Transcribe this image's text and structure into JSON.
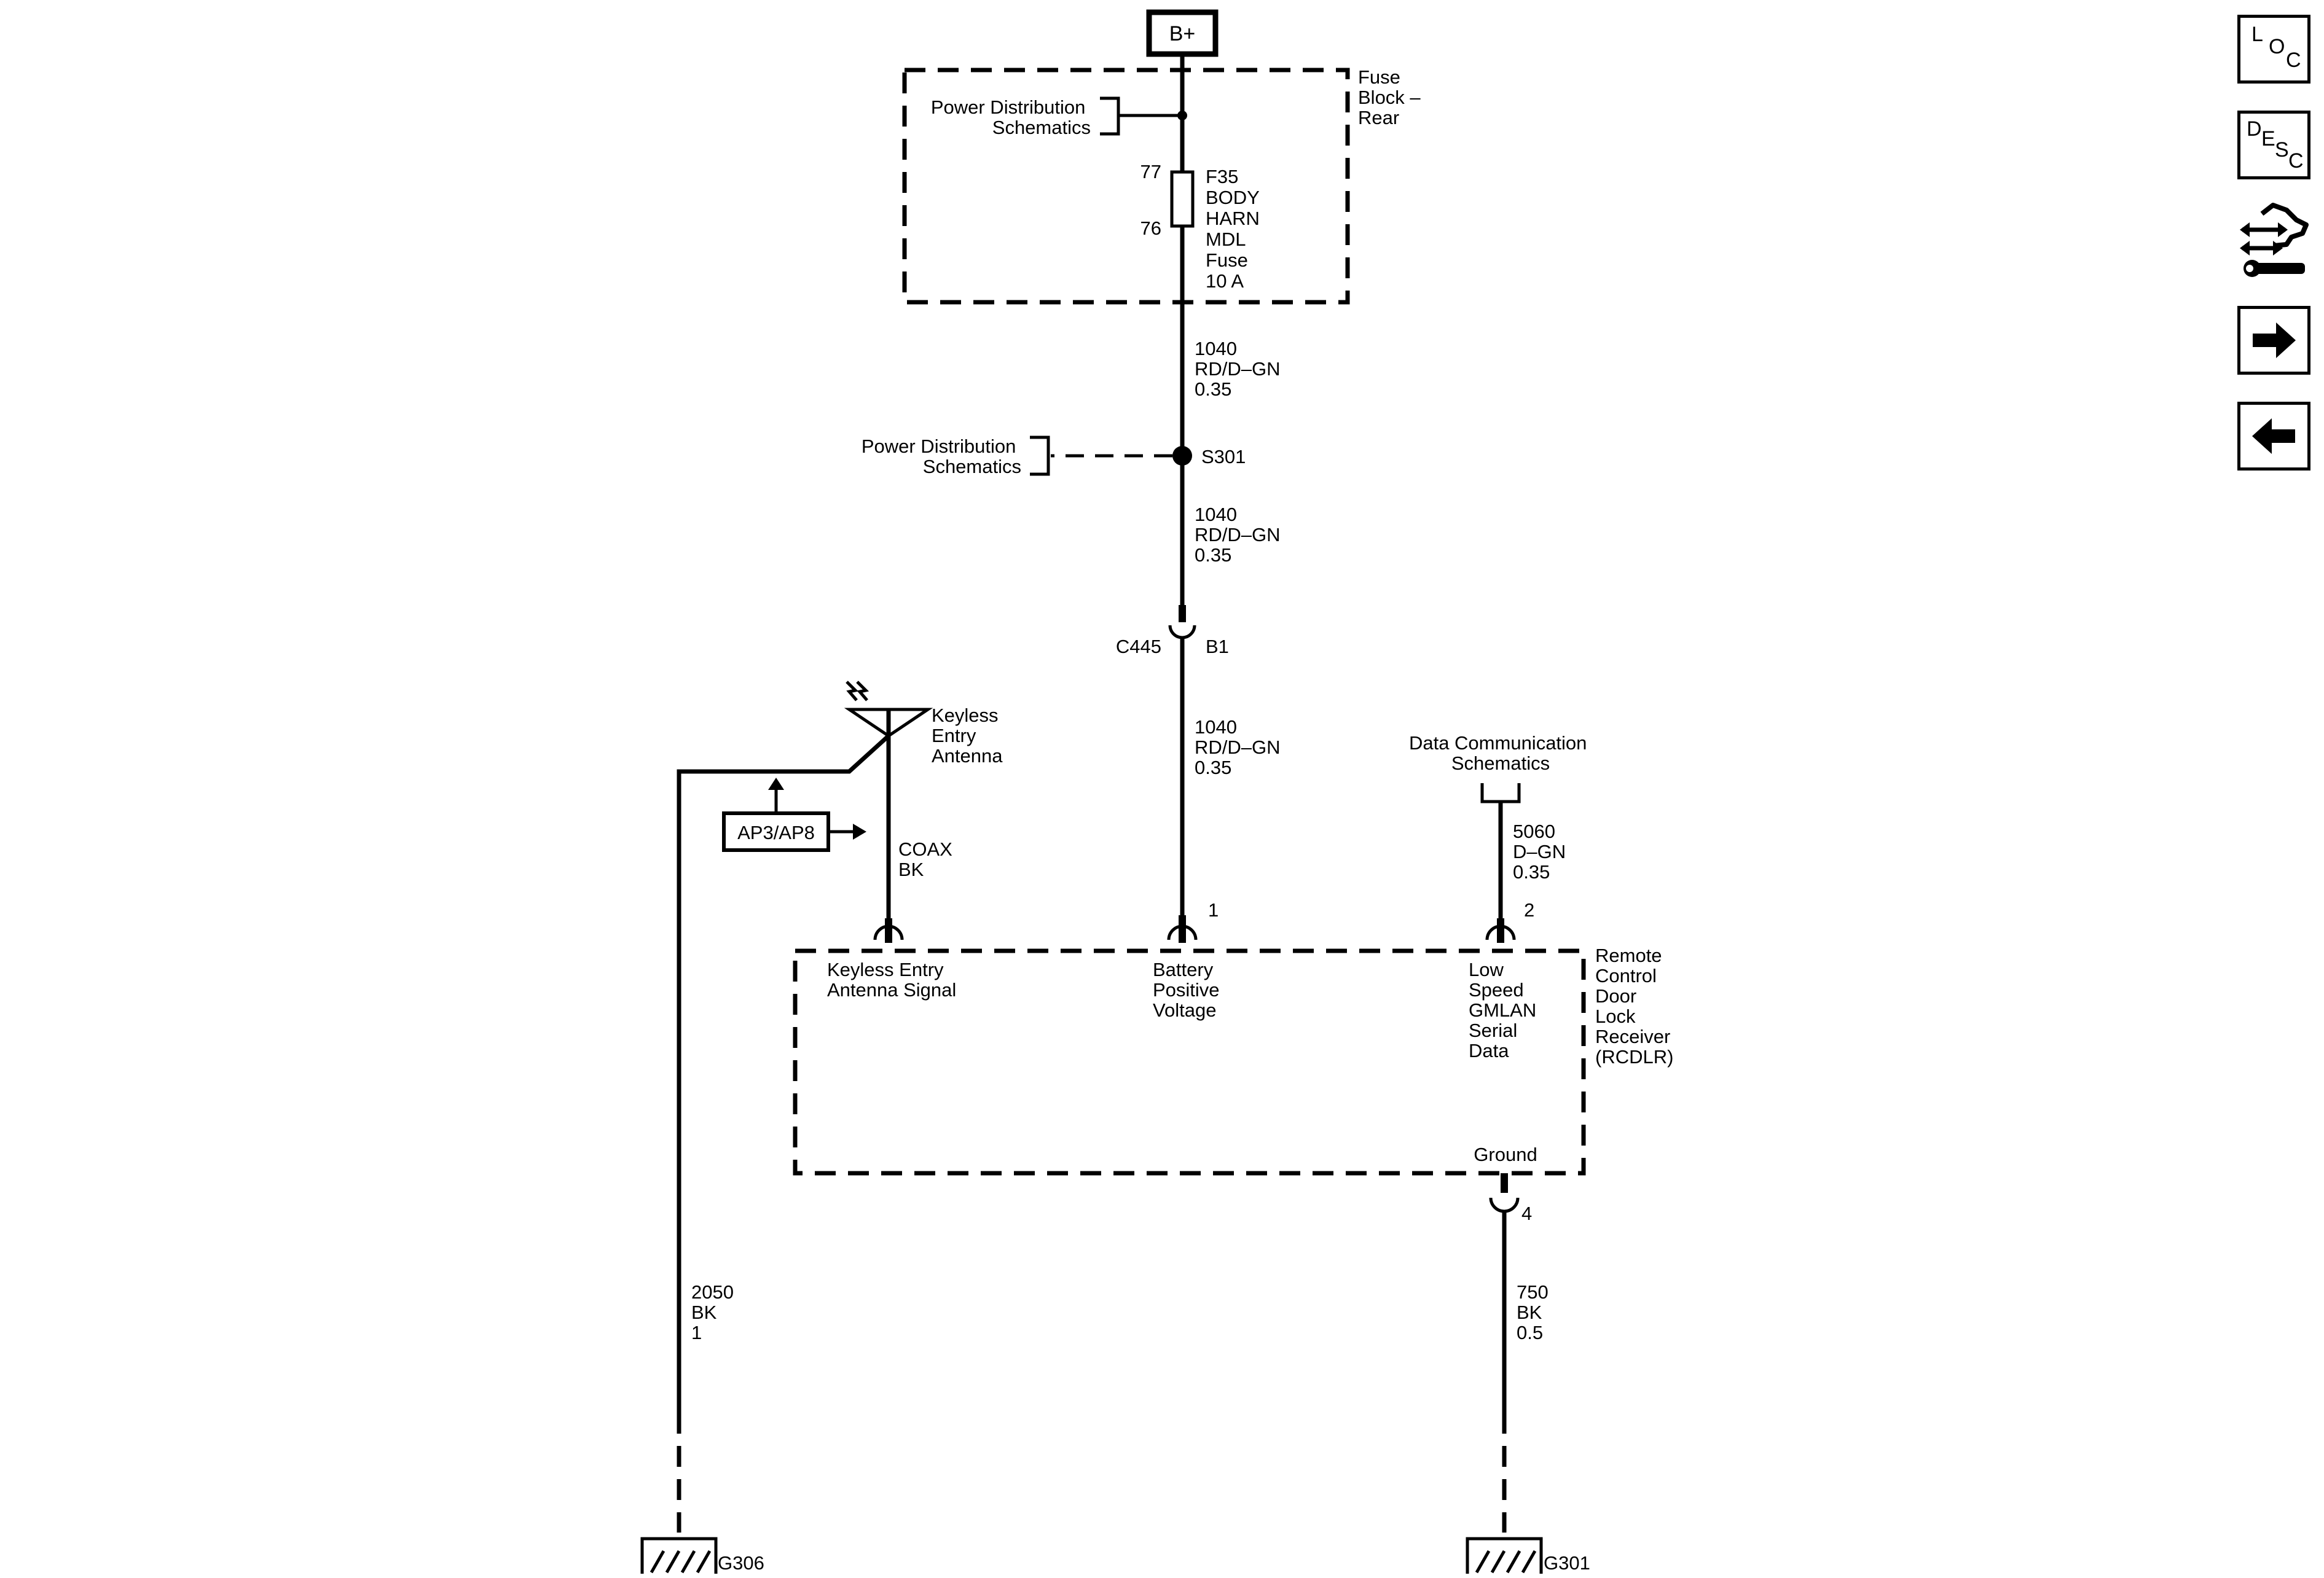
{
  "supply": {
    "label": "B+"
  },
  "fuse_block": {
    "name": [
      "Fuse",
      "Block –",
      "Rear"
    ],
    "pdist_ref": [
      "Power Distribution",
      "Schematics"
    ],
    "pin_in": "77",
    "pin_out": "76",
    "fuse": [
      "F35",
      "BODY",
      "HARN",
      "MDL",
      "Fuse",
      "10 A"
    ]
  },
  "wire_1040_a": [
    "1040",
    "RD/D–GN",
    "0.35"
  ],
  "splice": {
    "name": "S301",
    "ref": [
      "Power Distribution",
      "Schematics"
    ]
  },
  "wire_1040_b": [
    "1040",
    "RD/D–GN",
    "0.35"
  ],
  "connector": {
    "name": "C445",
    "pin": "B1"
  },
  "wire_1040_c": [
    "1040",
    "RD/D–GN",
    "0.35"
  ],
  "antenna": {
    "name": [
      "Keyless",
      "Entry",
      "Antenna"
    ],
    "ref_box": "AP3/AP8",
    "wire": [
      "COAX",
      "BK"
    ]
  },
  "data_comm": {
    "ref": [
      "Data Communication",
      "Schematics"
    ],
    "wire": [
      "5060",
      "D–GN",
      "0.35"
    ]
  },
  "rcdlr": {
    "name": [
      "Remote",
      "Control",
      "Door",
      "Lock",
      "Receiver",
      "(RCDLR)"
    ],
    "pin_antenna": [
      "Keyless Entry",
      "Antenna Signal"
    ],
    "pin_battery_num": "1",
    "pin_battery": [
      "Battery",
      "Positive",
      "Voltage"
    ],
    "pin_gmlan_num": "2",
    "pin_gmlan": [
      "Low",
      "Speed",
      "GMLAN",
      "Serial",
      "Data"
    ],
    "pin_ground": "Ground",
    "pin_ground_num": "4"
  },
  "ground_left": {
    "wire": [
      "2050",
      "BK",
      "1"
    ],
    "name": "G306"
  },
  "ground_right": {
    "wire": [
      "750",
      "BK",
      "0.5"
    ],
    "name": "G301"
  },
  "nav": {
    "loc": [
      "L",
      "O",
      "C"
    ],
    "desc": [
      "D",
      "E",
      "S",
      "C"
    ],
    "icons": [
      "connector-tool-icon",
      "arrow-right-icon",
      "arrow-left-icon"
    ]
  }
}
